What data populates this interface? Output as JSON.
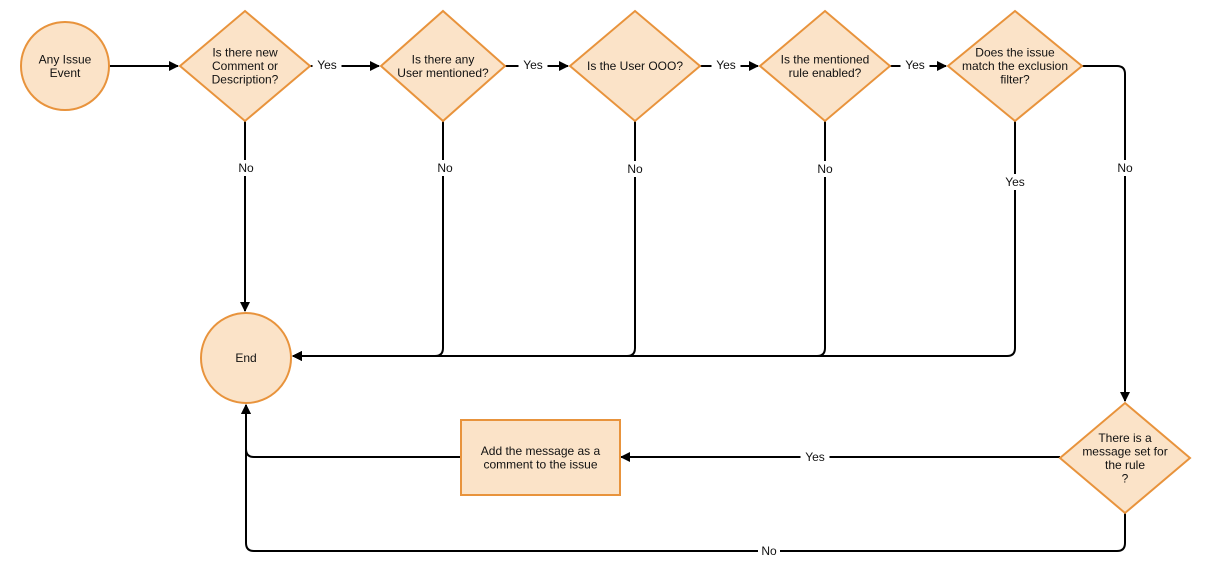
{
  "diagram": {
    "colors": {
      "node_fill": "#fbe3c8",
      "node_stroke": "#e8933c",
      "edge": "#000000",
      "background": "#ffffff"
    },
    "nodes": [
      {
        "id": "start",
        "shape": "circle",
        "lines": [
          "Any Issue",
          "Event"
        ]
      },
      {
        "id": "q1",
        "shape": "diamond",
        "lines": [
          "Is there new",
          "Comment or",
          "Description?"
        ]
      },
      {
        "id": "q2",
        "shape": "diamond",
        "lines": [
          "Is there any",
          "User mentioned?"
        ]
      },
      {
        "id": "q3",
        "shape": "diamond",
        "lines": [
          "Is the User OOO?"
        ]
      },
      {
        "id": "q4",
        "shape": "diamond",
        "lines": [
          "Is the mentioned",
          "rule enabled?"
        ]
      },
      {
        "id": "q5",
        "shape": "diamond",
        "lines": [
          "Does the issue",
          "match the exclusion",
          "filter?"
        ]
      },
      {
        "id": "end",
        "shape": "circle",
        "lines": [
          "End"
        ]
      },
      {
        "id": "q6",
        "shape": "diamond",
        "lines": [
          "There is a",
          "message set for",
          "the rule",
          "?"
        ]
      },
      {
        "id": "action",
        "shape": "rect",
        "lines": [
          "Add the message as a",
          "comment to the issue"
        ]
      }
    ],
    "edges": [
      {
        "from": "start",
        "to": "q1",
        "label": ""
      },
      {
        "from": "q1",
        "to": "q2",
        "label": "Yes"
      },
      {
        "from": "q2",
        "to": "q3",
        "label": "Yes"
      },
      {
        "from": "q3",
        "to": "q4",
        "label": "Yes"
      },
      {
        "from": "q4",
        "to": "q5",
        "label": "Yes"
      },
      {
        "from": "q1",
        "to": "end",
        "label": "No"
      },
      {
        "from": "q2",
        "to": "end",
        "label": "No"
      },
      {
        "from": "q3",
        "to": "end",
        "label": "No"
      },
      {
        "from": "q4",
        "to": "end",
        "label": "No"
      },
      {
        "from": "q5",
        "to": "end",
        "label": "Yes"
      },
      {
        "from": "q5",
        "to": "q6",
        "label": "No"
      },
      {
        "from": "q6",
        "to": "action",
        "label": "Yes"
      },
      {
        "from": "action",
        "to": "end",
        "label": ""
      },
      {
        "from": "q6",
        "to": "end",
        "label": "No"
      }
    ]
  }
}
